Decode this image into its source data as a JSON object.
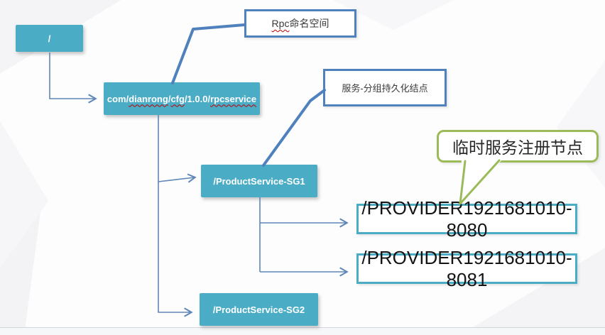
{
  "colors": {
    "node_fill_teal": "#4BACC6",
    "callout_border_blue": "#4F81BD",
    "callout_border_green": "#9BBB59",
    "provider_border_teal": "#4BACC6",
    "connector_blue": "#5E87B8",
    "misspell_underline_red": "#C00000"
  },
  "tree": {
    "root": {
      "label": "/"
    },
    "namespace": {
      "parts": [
        {
          "text": "com/",
          "misspelled": false
        },
        {
          "text": "dianrong",
          "misspelled": true
        },
        {
          "text": "/",
          "misspelled": false
        },
        {
          "text": "cfg",
          "misspelled": true
        },
        {
          "text": "/1.0.0/",
          "misspelled": false
        },
        {
          "text": "rpcservice",
          "misspelled": true
        }
      ]
    },
    "sg1": {
      "label": "/ProductService-SG1"
    },
    "sg2": {
      "label": "/ProductService-SG2"
    },
    "providers": [
      {
        "label": "/PROVIDER1921681010-8080"
      },
      {
        "label": "/PROVIDER1921681010-8081"
      }
    ]
  },
  "callouts": {
    "rpc_namespace": {
      "prefix": "Rpc",
      "suffix": "命名空间"
    },
    "persistent_node": {
      "label": "服务-分组持久化结点"
    },
    "ephemeral_node": {
      "label": "临时服务注册节点"
    }
  }
}
